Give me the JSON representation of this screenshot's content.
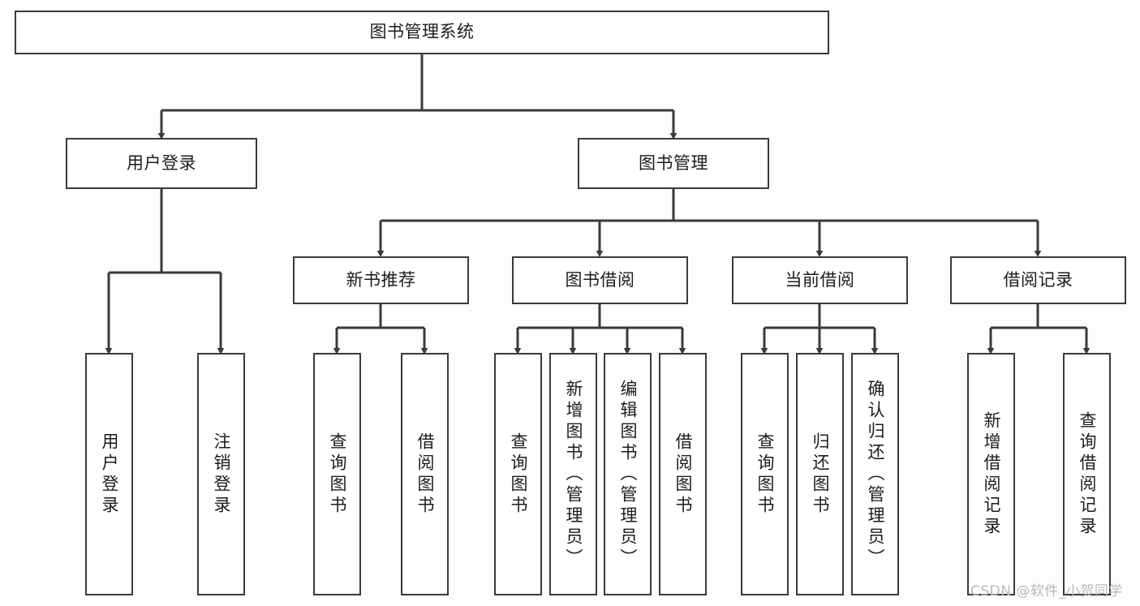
{
  "diagram": {
    "type": "tree-hierarchy-diagram",
    "title": "图书管理系统",
    "watermark": "CSDN @软件_小贺同学",
    "colors": {
      "box_border": "#3a3a3a",
      "box_fill": "#ffffff",
      "connector": "#3a3a3a",
      "text": "#1c1c1c",
      "background": "#fdfdfd",
      "watermark": "#b9b9b9"
    },
    "levels": [
      {
        "level": 1,
        "nodes": [
          {
            "id": "root",
            "label": "图书管理系统",
            "orientation": "horizontal"
          }
        ]
      },
      {
        "level": 2,
        "nodes": [
          {
            "id": "user-login",
            "label": "用户登录",
            "orientation": "horizontal",
            "parent": "root"
          },
          {
            "id": "book-manage",
            "label": "图书管理",
            "orientation": "horizontal",
            "parent": "root"
          }
        ]
      },
      {
        "level": 3,
        "nodes": [
          {
            "id": "new-book-rec",
            "label": "新书推荐",
            "orientation": "horizontal",
            "parent": "book-manage"
          },
          {
            "id": "book-borrow",
            "label": "图书借阅",
            "orientation": "horizontal",
            "parent": "book-manage"
          },
          {
            "id": "current-borrow",
            "label": "当前借阅",
            "orientation": "horizontal",
            "parent": "book-manage"
          },
          {
            "id": "borrow-record",
            "label": "借阅记录",
            "orientation": "horizontal",
            "parent": "book-manage"
          }
        ]
      },
      {
        "level": 4,
        "nodes": [
          {
            "id": "leaf-user-login",
            "label": "用户登录",
            "orientation": "vertical",
            "parent": "user-login"
          },
          {
            "id": "leaf-logout",
            "label": "注销登录",
            "orientation": "vertical",
            "parent": "user-login"
          },
          {
            "id": "leaf-query-book-1",
            "label": "查询图书",
            "orientation": "vertical",
            "parent": "new-book-rec"
          },
          {
            "id": "leaf-borrow-book-1",
            "label": "借阅图书",
            "orientation": "vertical",
            "parent": "new-book-rec"
          },
          {
            "id": "leaf-query-book-2",
            "label": "查询图书",
            "orientation": "vertical",
            "parent": "book-borrow"
          },
          {
            "id": "leaf-add-book",
            "label": "新增图书（管理员）",
            "orientation": "vertical",
            "parent": "book-borrow"
          },
          {
            "id": "leaf-edit-book",
            "label": "编辑图书（管理员）",
            "orientation": "vertical",
            "parent": "book-borrow"
          },
          {
            "id": "leaf-borrow-book-2",
            "label": "借阅图书",
            "orientation": "vertical",
            "parent": "book-borrow"
          },
          {
            "id": "leaf-query-book-3",
            "label": "查询图书",
            "orientation": "vertical",
            "parent": "current-borrow"
          },
          {
            "id": "leaf-return-book",
            "label": "归还图书",
            "orientation": "vertical",
            "parent": "current-borrow"
          },
          {
            "id": "leaf-confirm-return",
            "label": "确认归还（管理员）",
            "orientation": "vertical",
            "parent": "current-borrow"
          },
          {
            "id": "leaf-add-record",
            "label": "新增借阅记录",
            "orientation": "vertical",
            "parent": "borrow-record"
          },
          {
            "id": "leaf-query-record",
            "label": "查询借阅记录",
            "orientation": "vertical",
            "parent": "borrow-record"
          }
        ]
      }
    ]
  }
}
